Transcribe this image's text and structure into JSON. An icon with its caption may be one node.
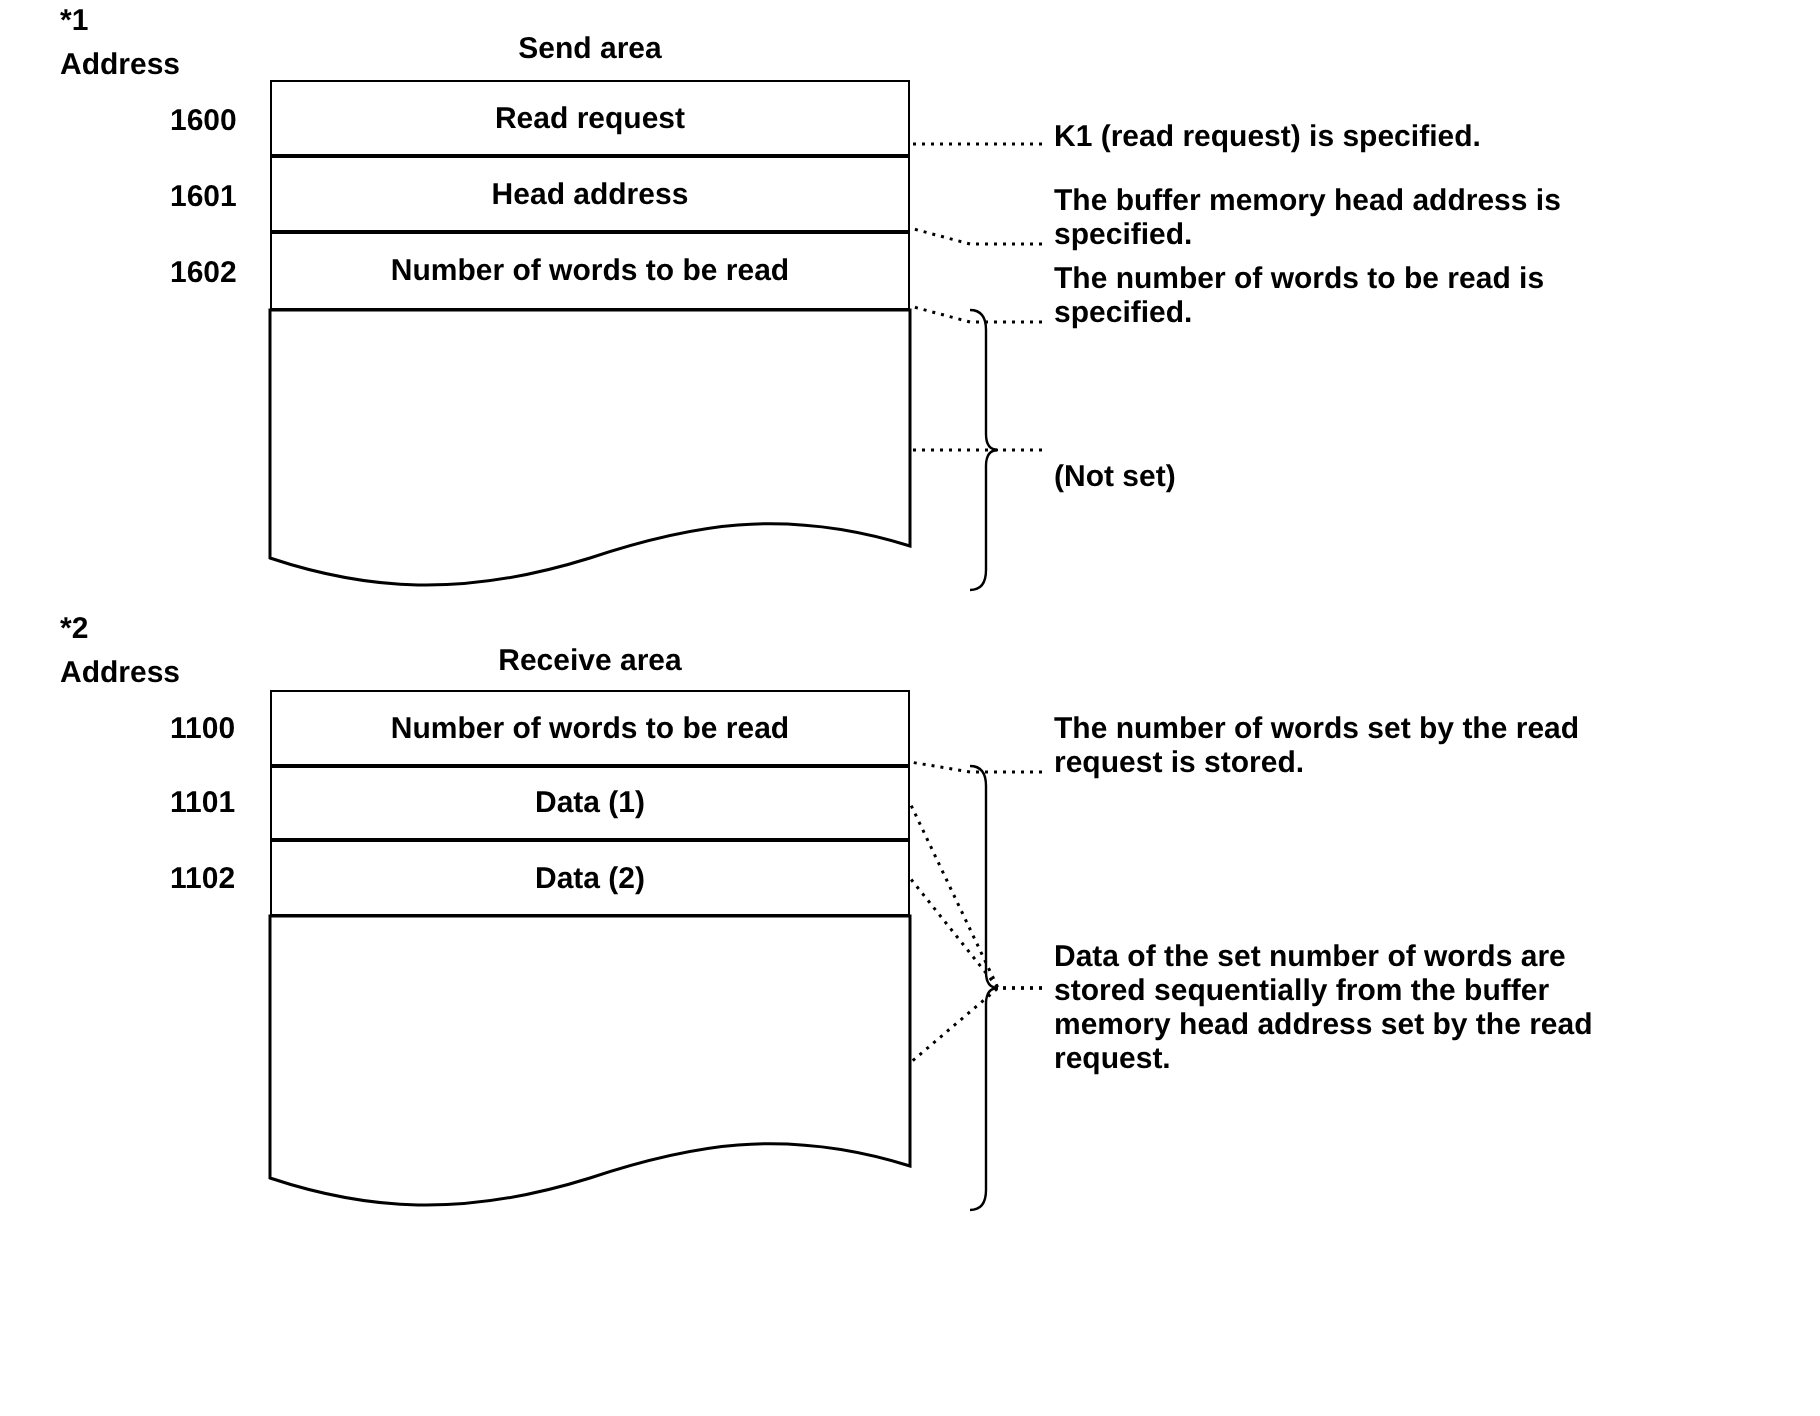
{
  "diagram": {
    "nodes": [
      {
        "text": [
          "Read request"
        ]
      },
      {
        "text": [
          "Head address"
        ]
      },
      {
        "text": [
          "Number of words to be read"
        ]
      },
      {
        "text": [],
        "shape": "box"
      },
      {
        "text": [
          "K1 (read request) is specified."
        ]
      },
      {
        "text": [
          "The buffer memory head address is specified."
        ]
      },
      {
        "text": [
          "The number of words to be read is specified."
        ]
      },
      {
        "text": [
          "(Not set)"
        ]
      },
      {
        "text": [
          "Number of words to be read"
        ]
      },
      {
        "text": [
          "Data (1)"
        ]
      },
      {
        "text": [
          "Data (2)"
        ]
      },
      {
        "text": [],
        "shape": "box"
      },
      {
        "text": [
          "The number of words set by the read request is stored."
        ]
      },
      {
        "text": [
          "Data of the set number of words are stored sequentially from the buffer memory head address set by the read request."
        ]
      }
    ],
    "edges": [
      {
        "from": 4,
        "to": 0,
        "arrow": "none",
        "style": "dashed"
      },
      {
        "from": 5,
        "to": 1,
        "arrow": "none",
        "style": "dashed"
      },
      {
        "from": 6,
        "to": 2,
        "arrow": "none",
        "style": "dashed"
      },
      {
        "from": 7,
        "to": 3,
        "arrow": "none",
        "style": "dashed"
      },
      {
        "from": 12,
        "to": 8,
        "arrow": "none",
        "style": "dashed"
      },
      {
        "from": 13,
        "to": 9,
        "arrow": "none",
        "style": "dashed"
      },
      {
        "from": 13,
        "to": 10,
        "arrow": "none",
        "style": "dashed"
      },
      {
        "from": 13,
        "to": 11,
        "arrow": "none",
        "style": "dashed"
      }
    ],
    "labels": [
      "*1",
      "Address",
      "Send area",
      "1600",
      "1601",
      "1602",
      "*2",
      "Address",
      "Receive area",
      "1100",
      "1101",
      "1102"
    ]
  }
}
